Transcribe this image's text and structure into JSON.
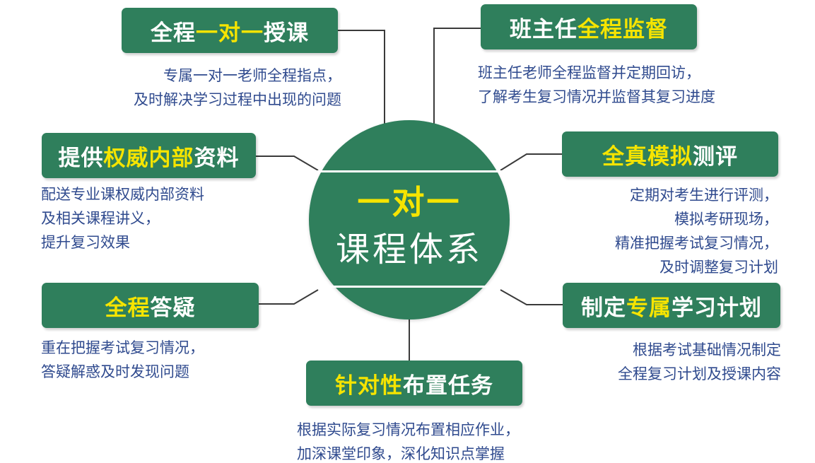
{
  "center": {
    "line1": "一对一",
    "line2": "课程体系"
  },
  "nodes": [
    {
      "id": "one-on-one",
      "title": [
        {
          "t": "全程",
          "hl": false
        },
        {
          "t": "一对一",
          "hl": true
        },
        {
          "t": "授课",
          "hl": false
        }
      ],
      "desc": [
        "专属一对一老师全程指点，",
        "及时解决学习过程中出现的问题"
      ]
    },
    {
      "id": "supervision",
      "title": [
        {
          "t": "班主任",
          "hl": false
        },
        {
          "t": "全程监督",
          "hl": true
        }
      ],
      "desc": [
        "班主任老师全程监督并定期回访，",
        "了解考生复习情况并监督其复习进度"
      ]
    },
    {
      "id": "materials",
      "title": [
        {
          "t": "提供",
          "hl": false
        },
        {
          "t": "权威内部",
          "hl": true
        },
        {
          "t": "资料",
          "hl": false
        }
      ],
      "desc": [
        "配送专业课权威内部资料",
        "及相关课程讲义，",
        "提升复习效果"
      ]
    },
    {
      "id": "mock-test",
      "title": [
        {
          "t": "全真模拟",
          "hl": true
        },
        {
          "t": "测评",
          "hl": false
        }
      ],
      "desc": [
        "定期对考生进行评测，",
        "模拟考研现场，",
        "精准把握考试复习情况，",
        "及时调整复习计划"
      ]
    },
    {
      "id": "qa",
      "title": [
        {
          "t": "全程",
          "hl": true
        },
        {
          "t": "答疑",
          "hl": false
        }
      ],
      "desc": [
        "重在把握考试复习情况，",
        "答疑解惑及时发现问题"
      ]
    },
    {
      "id": "study-plan",
      "title": [
        {
          "t": "制定",
          "hl": false
        },
        {
          "t": "专属",
          "hl": true
        },
        {
          "t": "学习计划",
          "hl": false
        }
      ],
      "desc": [
        "根据考试基础情况制定",
        "全程复习计划及授课内容"
      ]
    },
    {
      "id": "assignments",
      "title": [
        {
          "t": "针对性",
          "hl": true
        },
        {
          "t": "布置任务",
          "hl": false
        }
      ],
      "desc": [
        "根据实际复习情况布置相应作业，",
        "加深课堂印象，深化知识点掌握"
      ]
    }
  ],
  "colors": {
    "box_bg": "#2f7f5c",
    "highlight": "#f6e400",
    "desc_text": "#2f4a8e",
    "connector": "#3a3a3a"
  }
}
